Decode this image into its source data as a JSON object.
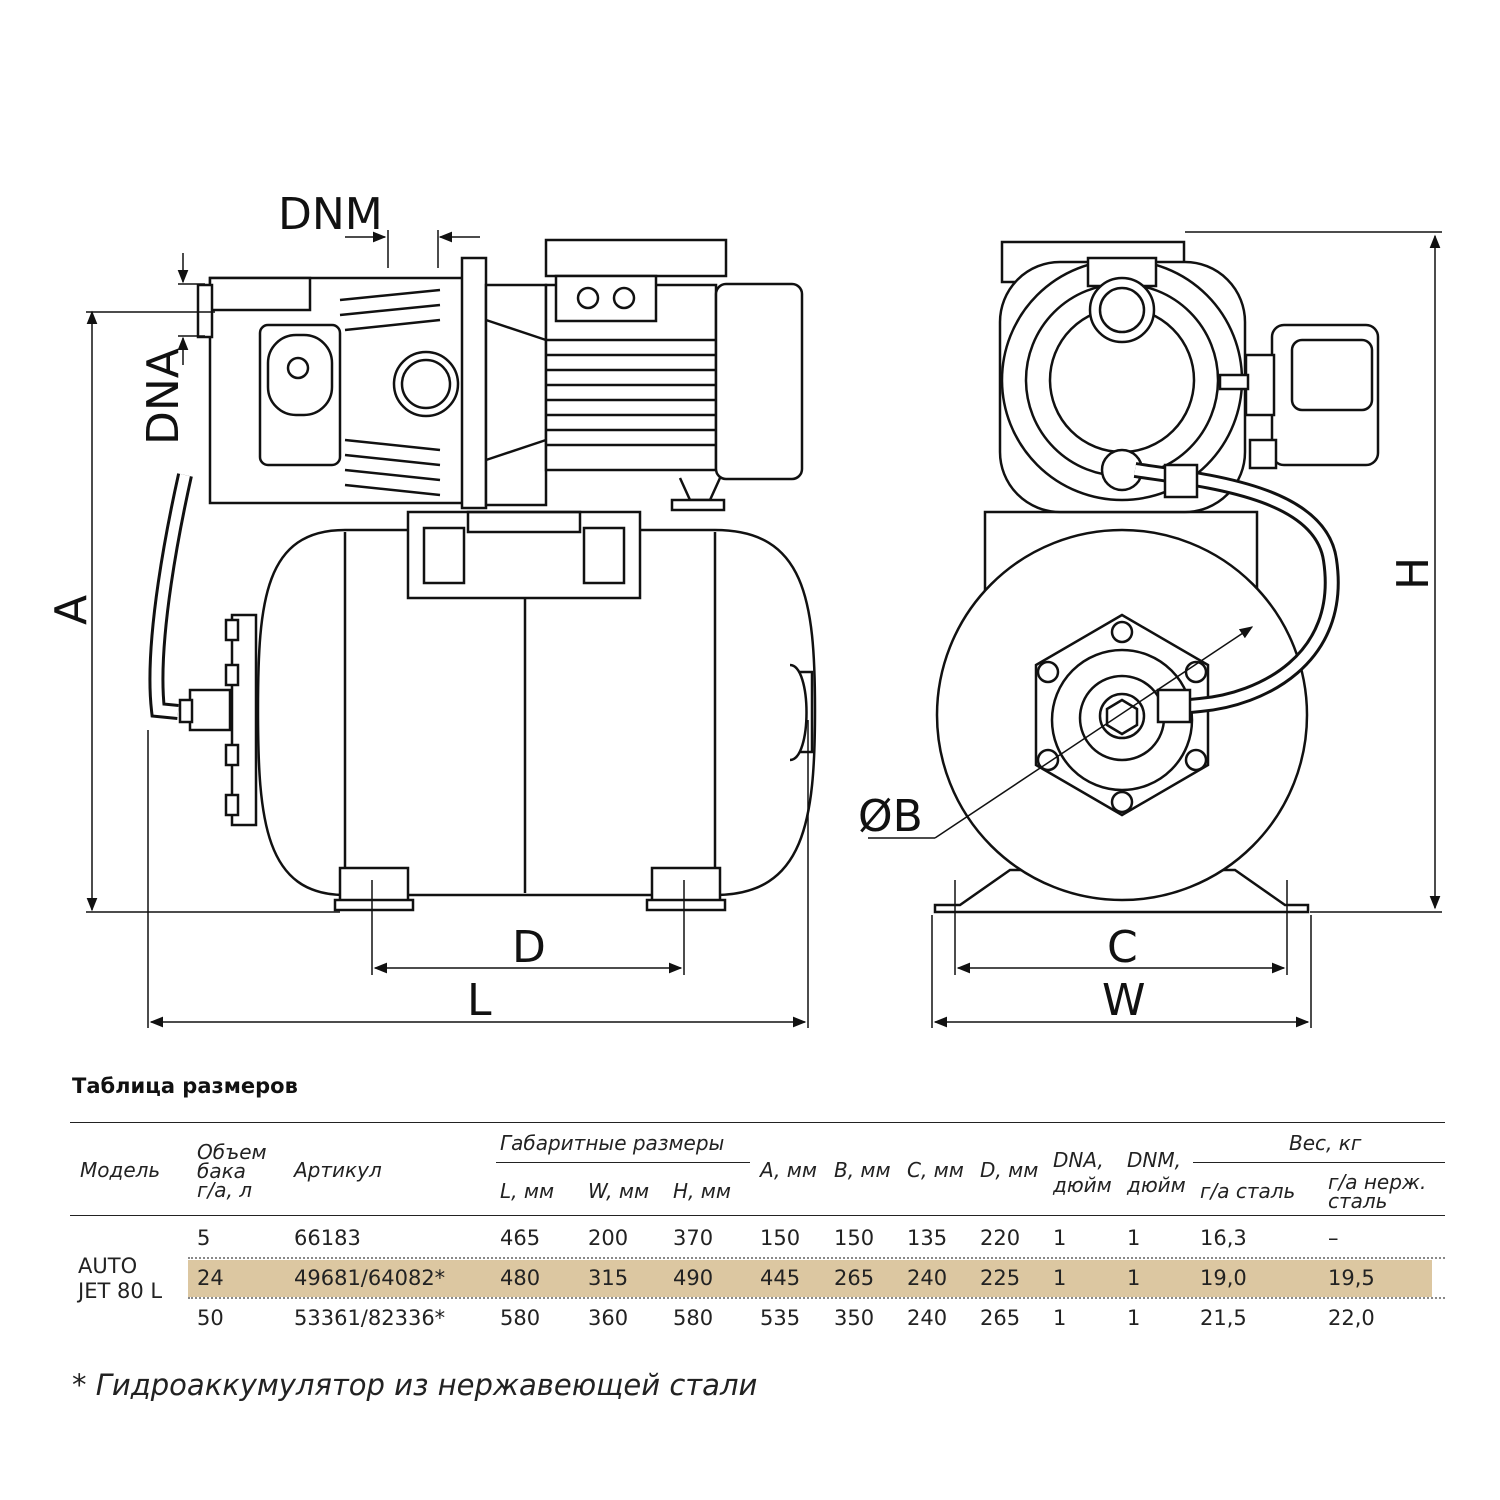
{
  "diagram": {
    "labels": {
      "dnm": "DNM",
      "dna": "DNA",
      "a": "A",
      "d": "D",
      "l": "L",
      "h": "H",
      "b": "ØB",
      "c": "C",
      "w": "W"
    }
  },
  "table": {
    "title": "Таблица размеров",
    "headers": {
      "model": "Модель",
      "tank_1": "Объем",
      "tank_2": "бака",
      "tank_3": "г/а, л",
      "article": "Артикул",
      "overall": "Габаритные размеры",
      "l": "L, мм",
      "w": "W, мм",
      "h": "H, мм",
      "a": "A, мм",
      "b": "B, мм",
      "c": "C, мм",
      "d": "D, мм",
      "dna_1": "DNA,",
      "dna_2": "дюйм",
      "dnm_1": "DNM,",
      "dnm_2": "дюйм",
      "weight": "Вес, кг",
      "weight_steel": "г/а сталь",
      "weight_stainless_1": "г/а нерж.",
      "weight_stainless_2": "сталь"
    },
    "model_1": "AUTO",
    "model_2": "JET 80 L",
    "rows": [
      {
        "tank": "5",
        "article": "66183",
        "l": "465",
        "w": "200",
        "h": "370",
        "a": "150",
        "b": "150",
        "c": "135",
        "d": "220",
        "dna": "1",
        "dnm": "1",
        "w_steel": "16,3",
        "w_stainless": "–"
      },
      {
        "tank": "24",
        "article": "49681/64082*",
        "l": "480",
        "w": "315",
        "h": "490",
        "a": "445",
        "b": "265",
        "c": "240",
        "d": "225",
        "dna": "1",
        "dnm": "1",
        "w_steel": "19,0",
        "w_stainless": "19,5"
      },
      {
        "tank": "50",
        "article": "53361/82336*",
        "l": "580",
        "w": "360",
        "h": "580",
        "a": "535",
        "b": "350",
        "c": "240",
        "d": "265",
        "dna": "1",
        "dnm": "1",
        "w_steel": "21,5",
        "w_stainless": "22,0"
      }
    ],
    "footnote": "* Гидроаккумулятор из нержавеющей стали"
  }
}
